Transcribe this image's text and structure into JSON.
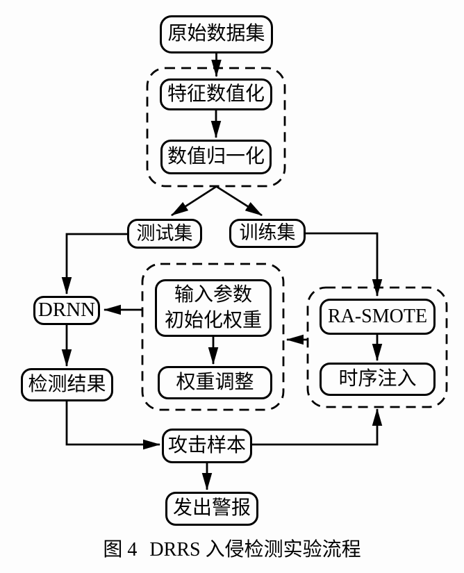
{
  "caption": {
    "label": "图 4",
    "text": "DRRS 入侵检测实验流程"
  },
  "nodes": {
    "original": {
      "label": "原始数据集"
    },
    "feature": {
      "label": "特征数值化"
    },
    "normalize": {
      "label": "数值归一化"
    },
    "test": {
      "label": "测试集"
    },
    "train": {
      "label": "训练集"
    },
    "drnn": {
      "label": "DRNN"
    },
    "init": {
      "line1": "输入参数",
      "line2": "初始化权重"
    },
    "rasmote": {
      "label": "RA-SMOTE"
    },
    "result": {
      "label": "检测结果"
    },
    "adjust": {
      "label": "权重调整"
    },
    "inject": {
      "label": "时序注入"
    },
    "attack": {
      "label": "攻击样本"
    },
    "alarm": {
      "label": "发出警报"
    }
  },
  "groups": {
    "preprocess": [
      "特征数值化",
      "数值归一化"
    ],
    "training_loop": [
      "输入参数初始化权重",
      "权重调整"
    ],
    "augmentation": [
      "RA-SMOTE",
      "时序注入"
    ]
  },
  "edges": [
    {
      "from": "原始数据集",
      "to": "特征数值化"
    },
    {
      "from": "特征数值化",
      "to": "数值归一化"
    },
    {
      "from": "数值归一化",
      "to": "测试集"
    },
    {
      "from": "数值归一化",
      "to": "训练集"
    },
    {
      "from": "测试集",
      "to": "DRNN"
    },
    {
      "from": "训练集",
      "to": "RA-SMOTE"
    },
    {
      "from": "输入参数初始化权重",
      "to": "DRNN"
    },
    {
      "from": "输入参数初始化权重",
      "to": "权重调整"
    },
    {
      "from": "RA-SMOTE",
      "to": "时序注入"
    },
    {
      "from": "augmentation-group",
      "to": "training-loop-group"
    },
    {
      "from": "DRNN",
      "to": "检测结果"
    },
    {
      "from": "检测结果",
      "to": "攻击样本"
    },
    {
      "from": "攻击样本",
      "to": "augmentation-group"
    },
    {
      "from": "攻击样本",
      "to": "发出警报"
    }
  ],
  "colors": {
    "line": "#000000",
    "background": "#fdfdfd",
    "text": "#000000"
  }
}
